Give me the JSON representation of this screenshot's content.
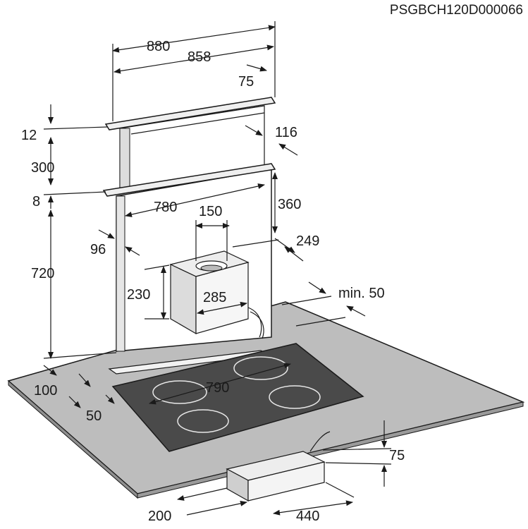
{
  "drawing_code": "PSGBCH120D000066",
  "dimensions": {
    "d880": "880",
    "d858": "858",
    "d75_top": "75",
    "d116": "116",
    "d12": "12",
    "d300": "300",
    "d8": "8",
    "d360": "360",
    "d780": "780",
    "d150": "150",
    "d96": "96",
    "d249": "249",
    "d720": "720",
    "d230": "230",
    "d285": "285",
    "d_min50": "min. 50",
    "d100": "100",
    "d790": "790",
    "d50": "50",
    "d75_box": "75",
    "d200": "200",
    "d440": "440"
  }
}
